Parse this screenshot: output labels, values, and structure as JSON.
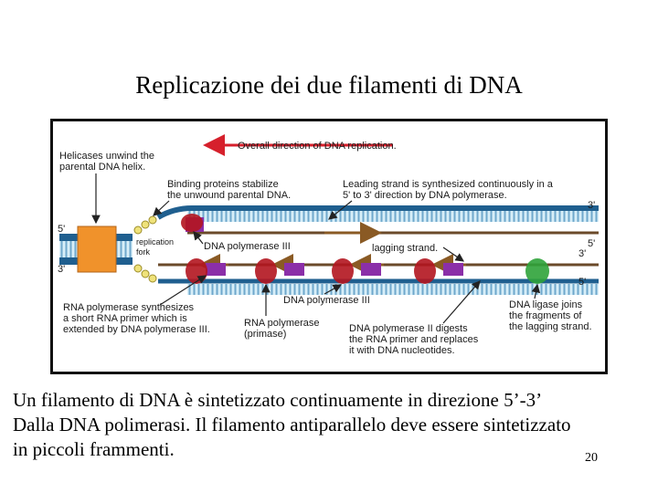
{
  "slide": {
    "title": "Replicazione dei due filamenti di DNA",
    "caption_lines": [
      "Un filamento di DNA è sintetizzato continuamente in direzione 5’-3’",
      "Dalla DNA polimerasi. Il filamento antiparallelo deve essere sintetizzato",
      "in piccoli frammenti."
    ],
    "page_number": "20"
  },
  "diagram": {
    "direction_label": "Overall direction of DNA replication.",
    "helicase_label": [
      "Helicases unwind the",
      "parental DNA helix."
    ],
    "binding_label": [
      "Binding proteins stabilize",
      "the unwound parental DNA."
    ],
    "leading_label": [
      "Leading strand is synthesized continuously in a",
      "5' to 3' direction by DNA polymerase."
    ],
    "fork_label": [
      "replication",
      "fork"
    ],
    "pol3_top_label": "DNA polymerase III",
    "lagging_label": "lagging strand.",
    "rna_pol_synth_label": [
      "RNA polymerase synthesizes",
      "a short RNA primer which is",
      "extended by DNA polymerase III."
    ],
    "pol3_bottom_label": "DNA polymerase III",
    "primase_label": [
      "RNA polymerase",
      "(primase)"
    ],
    "pol2_label": [
      "DNA polymerase II digests",
      "the RNA primer and replaces",
      "it with DNA nucleotides."
    ],
    "ligase_label": [
      "DNA ligase joins",
      "the fragments of",
      "the lagging strand."
    ],
    "end_labels": {
      "left_top": "5'",
      "left_bottom": "3'",
      "right_1": "3'",
      "right_2": "5'",
      "right_3": "3'",
      "right_4": "5'"
    },
    "colors": {
      "arrow": "#d6202c",
      "helicase": "#f0922b",
      "template_strand": "#1f5f8f",
      "new_strand": "#a8d3e6",
      "polymerase": "#b3151f",
      "primer": "#8b2fa8",
      "ligase": "#2fa33a",
      "binding_protein": "#efe27a"
    }
  }
}
